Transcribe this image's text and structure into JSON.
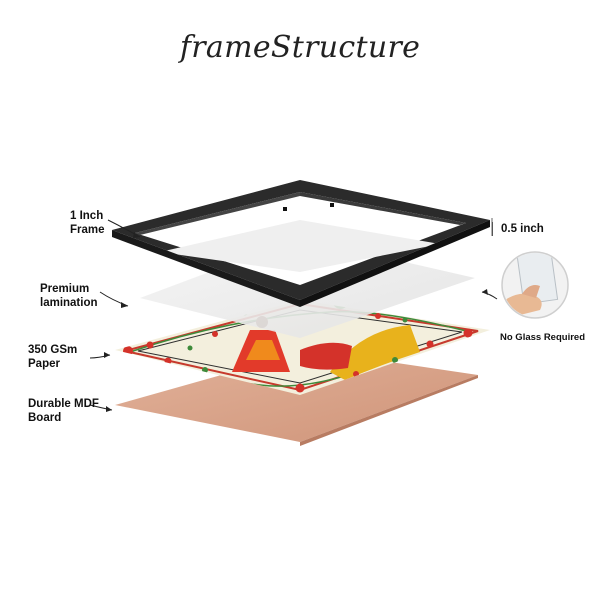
{
  "title": "frameStructure",
  "labels": {
    "frame": [
      "1 Inch",
      "Frame"
    ],
    "lamination": [
      "Premium",
      "lamination"
    ],
    "paper": [
      "350 GSm",
      "Paper"
    ],
    "board": [
      "Durable MDF",
      "Board"
    ]
  },
  "thickness_label": "0.5 inch",
  "no_glass_label": "No Glass Required",
  "colors": {
    "frame": "#2b2b2b",
    "board": "#d9a38a",
    "lamination": "#ececec",
    "paper_bg": "#f3efdd",
    "accent_red": "#d4322a",
    "accent_yellow": "#e8b21c",
    "accent_green": "#3e8a3a"
  },
  "icons": [
    "arrow-icon",
    "hand-holding-sheet-icon"
  ]
}
